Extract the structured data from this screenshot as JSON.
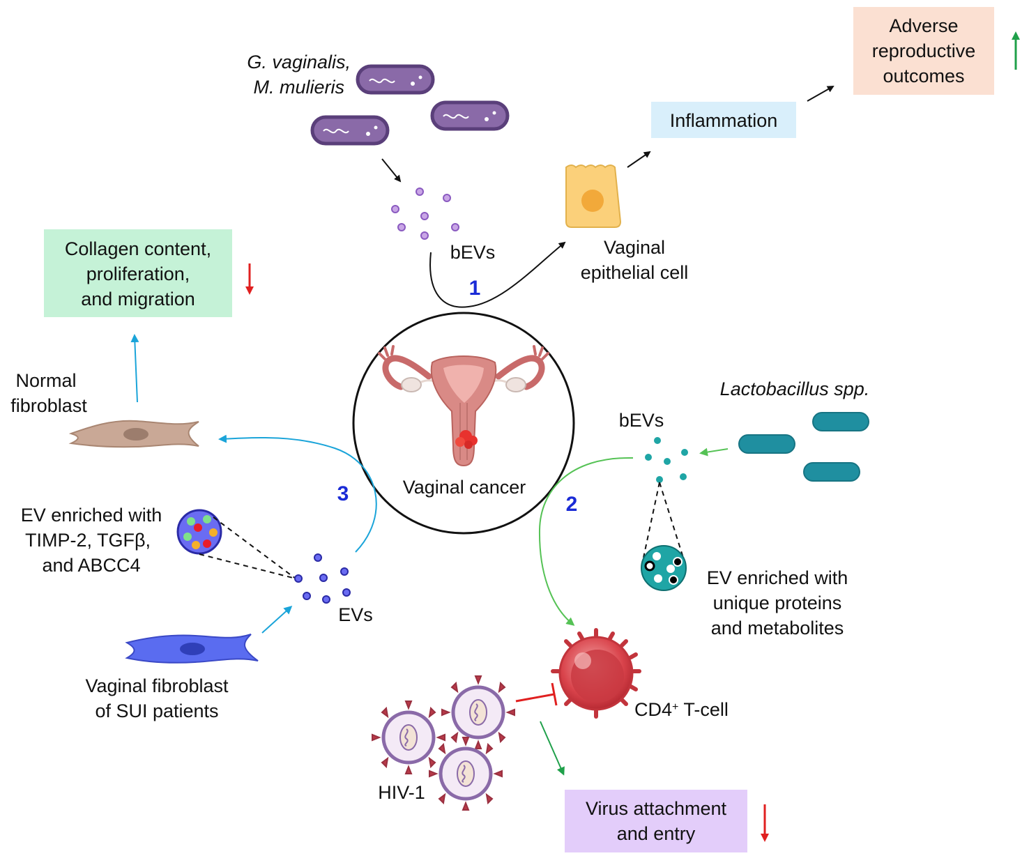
{
  "center": {
    "label": "Vaginal cancer"
  },
  "pathway1": {
    "number": "1",
    "bacteria_label_line1": "G. vaginalis,",
    "bacteria_label_line2": "M. mulieris",
    "bevs_label": "bEVs",
    "cell_label_line1": "Vaginal",
    "cell_label_line2": "epithelial cell",
    "inflammation_label": "Inflammation",
    "outcome_line1": "Adverse",
    "outcome_line2": "reproductive",
    "outcome_line3": "outcomes",
    "inflammation_box_color": "#d9effb",
    "outcome_box_color": "#fbe0d2",
    "outcome_trend": "up",
    "trend_up_color": "#1fa04a"
  },
  "pathway2": {
    "number": "2",
    "bacteria_label": "Lactobacillus spp.",
    "bevs_label": "bEVs",
    "ev_label_line1": "EV enriched with",
    "ev_label_line2": "unique proteins",
    "ev_label_line3": "and metabolites",
    "tcell_label_main": "CD4",
    "tcell_label_sup": "+",
    "tcell_label_rest": " T-cell",
    "virus_label": "HIV-1",
    "outcome_line1": "Virus attachment",
    "outcome_line2": "and entry",
    "outcome_box_color": "#e3cdfa",
    "outcome_trend": "down",
    "arrow_color": "#55c255",
    "inhibit_color": "#e02020"
  },
  "pathway3": {
    "number": "3",
    "source_label_line1": "Vaginal fibroblast",
    "source_label_line2": "of SUI patients",
    "evs_label": "EVs",
    "ev_label_line1": "EV enriched with",
    "ev_label_line2": "TIMP-2, TGFβ,",
    "ev_label_line3": "and ABCC4",
    "target_label_line1": "Normal",
    "target_label_line2": "fibroblast",
    "outcome_line1": "Collagen content,",
    "outcome_line2": "proliferation,",
    "outcome_line3": "and migration",
    "outcome_box_color": "#c5f2d7",
    "outcome_trend": "down",
    "arrow_color": "#1aa4d9",
    "trend_down_color": "#e02020"
  },
  "colors": {
    "number_color": "#1a2bd6",
    "bacteria_purple": "#8a6aa8",
    "lacto_teal": "#1f8fa0",
    "sui_fibroblast": "#5a6cf0",
    "normal_fibroblast": "#c9a896"
  }
}
